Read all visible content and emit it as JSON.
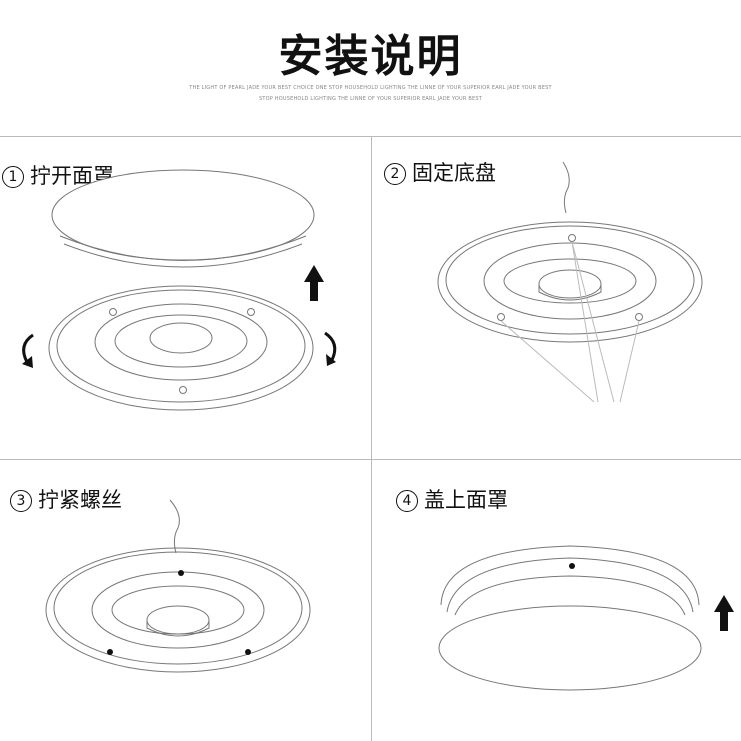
{
  "title": "安装说明",
  "subtitle_line1": "THE LIGHT OF PEARL JADE YOUR BEST CHOICE ONE STOP HOUSEHOLD LIGHTING THE LINNE OF YOUR SUPERIOR EARL JADE YOUR BEST",
  "subtitle_line2": "STOP HOUSEHOLD LIGHTING THE LINNE OF YOUR SUPERIOR EARL JADE YOUR BEST",
  "steps": [
    {
      "number": "1",
      "label": "拧开面罩"
    },
    {
      "number": "2",
      "label": "固定底盘"
    },
    {
      "number": "3",
      "label": "拧紧螺丝"
    },
    {
      "number": "4",
      "label": "盖上面罩"
    }
  ],
  "icons": {
    "arrow": "arrow-up-icon",
    "rotate_left": "rotate-left-icon",
    "rotate_right": "rotate-right-icon"
  }
}
